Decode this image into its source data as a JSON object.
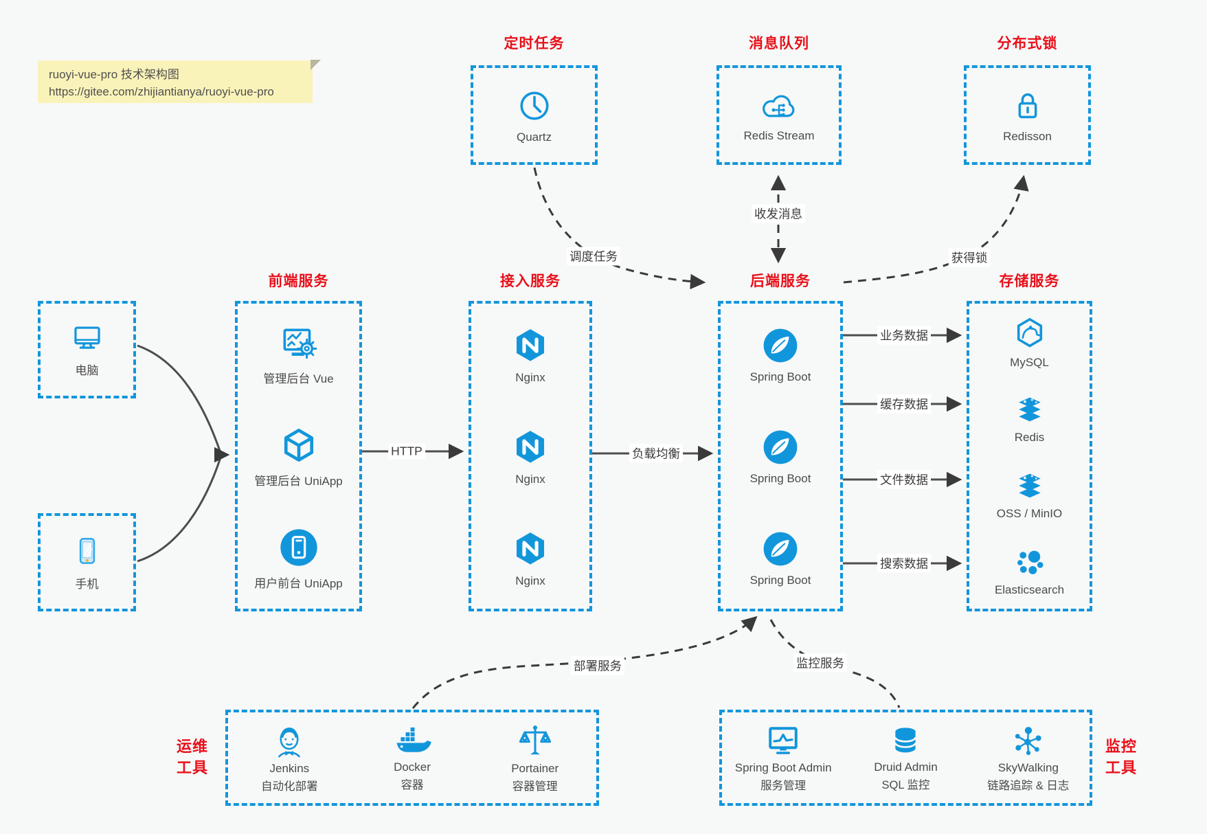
{
  "note": {
    "line1": "ruoyi-vue-pro 技术架构图",
    "line2": "https://gitee.com/zhijiantianya/ruoyi-vue-pro"
  },
  "colors": {
    "accent_blue": "#1296db",
    "title_red": "#e8101a",
    "background": "#f7f8f8",
    "note_yellow": "#faf3b9",
    "arrow_dark": "#3a3a3a"
  },
  "top_sections": [
    {
      "title": "定时任务",
      "item": "Quartz",
      "icon": "clock-icon"
    },
    {
      "title": "消息队列",
      "item": "Redis Stream",
      "icon": "cloud-stream-icon"
    },
    {
      "title": "分布式锁",
      "item": "Redisson",
      "icon": "lock-icon"
    }
  ],
  "clients": [
    {
      "label": "电脑",
      "icon": "desktop-icon"
    },
    {
      "label": "手机",
      "icon": "smartphone-icon"
    }
  ],
  "columns": {
    "frontend": {
      "title": "前端服务",
      "items": [
        {
          "label": "管理后台 Vue"
        },
        {
          "label": "管理后台 UniApp"
        },
        {
          "label": "用户前台 UniApp"
        }
      ]
    },
    "gateway": {
      "title": "接入服务",
      "items": [
        {
          "label": "Nginx"
        },
        {
          "label": "Nginx"
        },
        {
          "label": "Nginx"
        }
      ]
    },
    "backend": {
      "title": "后端服务",
      "items": [
        {
          "label": "Spring Boot"
        },
        {
          "label": "Spring Boot"
        },
        {
          "label": "Spring Boot"
        }
      ]
    },
    "storage": {
      "title": "存储服务",
      "items": [
        {
          "label": "MySQL"
        },
        {
          "label": "Redis"
        },
        {
          "label": "OSS / MinIO"
        },
        {
          "label": "Elasticsearch"
        }
      ]
    }
  },
  "bottom_sections": {
    "ops": {
      "side_label_line1": "运维",
      "side_label_line2": "工具",
      "items": [
        {
          "name": "Jenkins",
          "desc": "自动化部署"
        },
        {
          "name": "Docker",
          "desc": "容器"
        },
        {
          "name": "Portainer",
          "desc": "容器管理"
        }
      ]
    },
    "monitor": {
      "side_label_line1": "监控",
      "side_label_line2": "工具",
      "items": [
        {
          "name": "Spring Boot Admin",
          "desc": "服务管理"
        },
        {
          "name": "Druid Admin",
          "desc": "SQL 监控"
        },
        {
          "name": "SkyWalking",
          "desc": "链路追踪 & 日志"
        }
      ]
    }
  },
  "arrow_labels": {
    "http": "HTTP",
    "load_balance": "负载均衡",
    "schedule": "调度任务",
    "message": "收发消息",
    "lock": "获得锁",
    "biz": "业务数据",
    "cache": "缓存数据",
    "file": "文件数据",
    "search": "搜索数据",
    "deploy": "部署服务",
    "monitor": "监控服务"
  }
}
